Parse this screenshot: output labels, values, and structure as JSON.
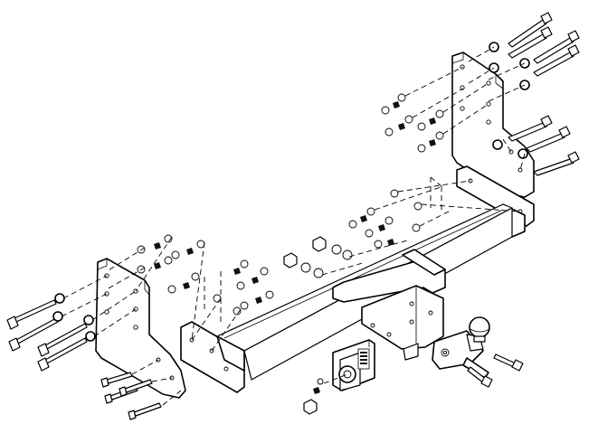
{
  "diagram": {
    "kind": "exploded-assembly",
    "line_color": "#000000",
    "background": "#ffffff",
    "parts": [
      "left-mounting-bracket",
      "right-mounting-bracket",
      "cross-bar",
      "tow-bar-neck",
      "tow-ball",
      "socket-plate",
      "bolts",
      "nuts",
      "washers"
    ]
  }
}
